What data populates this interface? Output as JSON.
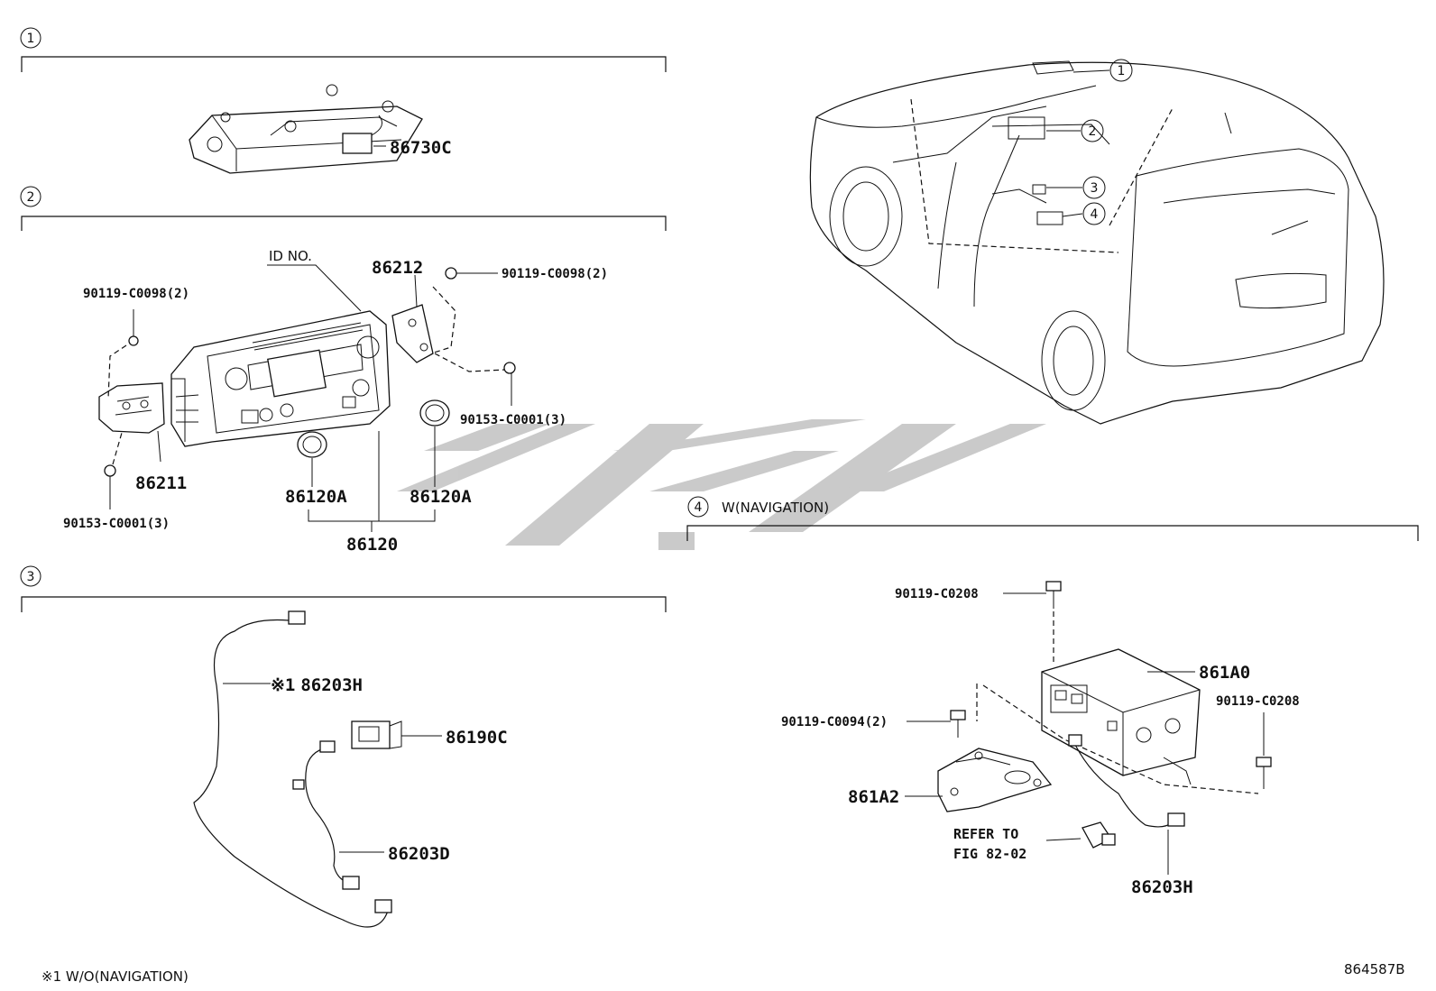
{
  "sections": [
    {
      "num": "1",
      "title": ""
    },
    {
      "num": "2",
      "title": ""
    },
    {
      "num": "3",
      "title": ""
    },
    {
      "num": "4",
      "title": "W(NAVIGATION)"
    }
  ],
  "section1": {
    "parts": [
      "86730C"
    ]
  },
  "section2": {
    "id_label": "ID NO.",
    "parts": {
      "bracket_right": "86212",
      "screw_top_right": "90119-C0098(2)",
      "screw_top_left": "90119-C0098(2)",
      "bolt_right": "90153-C0001(3)",
      "bracket_left": "86211",
      "bolt_left": "90153-C0001(3)",
      "knob_left": "86120A",
      "knob_right": "86120A",
      "assembly": "86120"
    }
  },
  "section3": {
    "parts": {
      "wire_main": "86203H",
      "wire_marker": "※1",
      "jack": "86190C",
      "wire_sub": "86203D"
    },
    "footnote": "※1 W/O(NAVIGATION)"
  },
  "section4": {
    "parts": {
      "bolt_top": "90119-C0208",
      "ecu": "861A0",
      "bolt_left": "90119-C0094(2)",
      "bolt_right": "90119-C0208",
      "bracket": "861A2",
      "refer_line1": "REFER TO",
      "refer_line2": "FIG 82-02",
      "wire": "86203H"
    }
  },
  "car_callouts": [
    "1",
    "2",
    "3",
    "4"
  ],
  "figure_id": "864587B"
}
